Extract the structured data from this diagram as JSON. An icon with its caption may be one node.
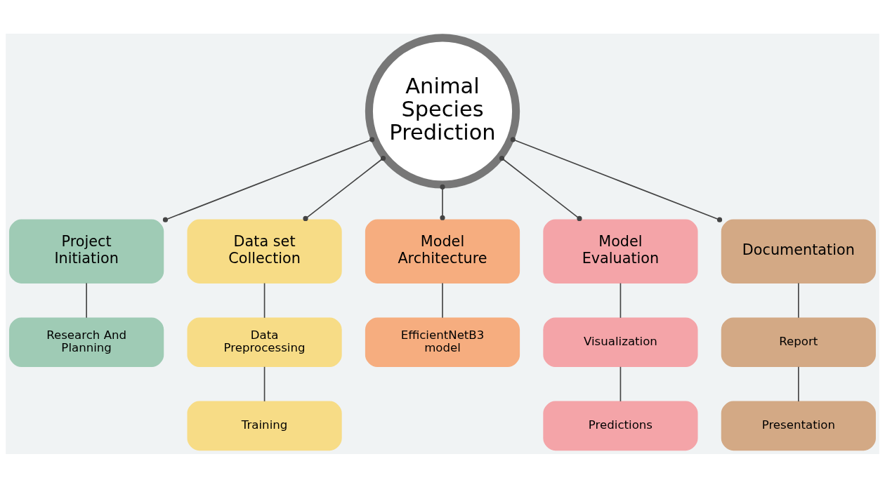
{
  "diagram": {
    "nodes": [
      {
        "text": [
          "Animal Species Prediction"
        ]
      },
      {
        "text": [
          "Project Initiation"
        ]
      },
      {
        "text": [
          "Data set Collection"
        ]
      },
      {
        "text": [
          "Model Architecture"
        ]
      },
      {
        "text": [
          "Model Evaluation"
        ]
      },
      {
        "text": [
          "Documentation"
        ]
      },
      {
        "text": [
          "Research And Planning"
        ]
      },
      {
        "text": [
          "Data Preprocessing"
        ]
      },
      {
        "text": [
          "Training"
        ]
      },
      {
        "text": [
          "EfficientNetB3 model"
        ]
      },
      {
        "text": [
          "Visualization"
        ]
      },
      {
        "text": [
          "Predictions"
        ]
      },
      {
        "text": [
          "Report"
        ]
      },
      {
        "text": [
          "Presentation"
        ]
      }
    ],
    "edges": [
      {
        "from": 0,
        "to": 1,
        "arrow": "other"
      },
      {
        "from": 0,
        "to": 2,
        "arrow": "other"
      },
      {
        "from": 0,
        "to": 3,
        "arrow": "other"
      },
      {
        "from": 0,
        "to": 4,
        "arrow": "other"
      },
      {
        "from": 0,
        "to": 5,
        "arrow": "other"
      },
      {
        "from": 1,
        "to": 6,
        "arrow": "none"
      },
      {
        "from": 2,
        "to": 7,
        "arrow": "none"
      },
      {
        "from": 7,
        "to": 8,
        "arrow": "none"
      },
      {
        "from": 3,
        "to": 9,
        "arrow": "none"
      },
      {
        "from": 4,
        "to": 10,
        "arrow": "none"
      },
      {
        "from": 10,
        "to": 11,
        "arrow": "none"
      },
      {
        "from": 5,
        "to": 12,
        "arrow": "none"
      },
      {
        "from": 12,
        "to": 13,
        "arrow": "none"
      }
    ]
  }
}
